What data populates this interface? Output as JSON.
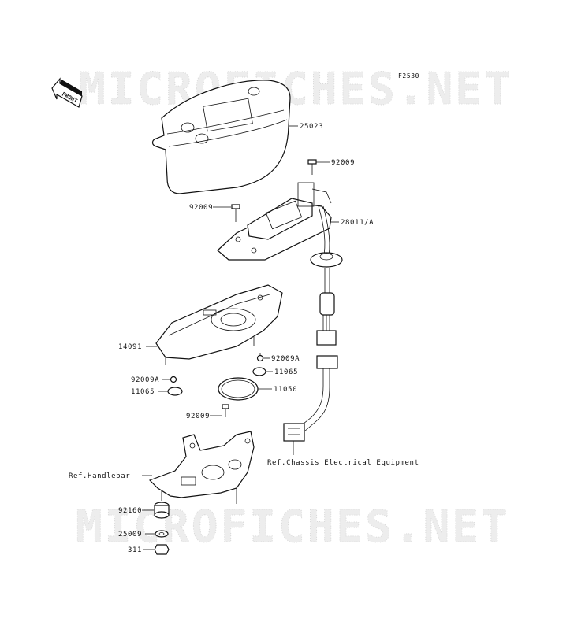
{
  "figure_code": "F2530",
  "front_label": "FRONT",
  "watermark_text": "MICROFICHES.NET",
  "callouts": {
    "meter_cover": "25023",
    "bolt_top_right": "92009",
    "bolt_left": "92009",
    "meter_assy": "28011/A",
    "meter_case": "14091",
    "bolt_a_right": "92009A",
    "grommet_right": "11065",
    "bolt_a_left": "92009A",
    "grommet_left": "11065",
    "seal_ring": "11050",
    "bolt_bottom": "92009",
    "ref_chassis": "Ref.Chassis Electrical Equipment",
    "ref_handlebar": "Ref.Handlebar",
    "damper": "92160",
    "washer": "25009",
    "nut": "311"
  },
  "colors": {
    "line": "#111111",
    "watermark": "#d9d9d9",
    "background": "#ffffff"
  }
}
